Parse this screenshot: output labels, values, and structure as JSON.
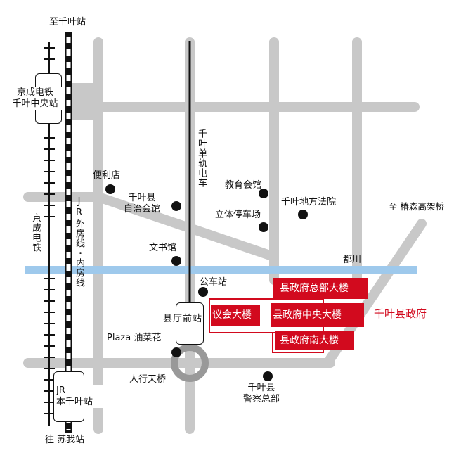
{
  "labels": {
    "to_chiba": "至千叶站",
    "to_soga": "往 苏我站",
    "keisei_chiba_chuo": "京成电铁\n千叶中央站",
    "keisei_line": "京成电铁",
    "jr_line": "JR外房线・内房线",
    "jr_hon_chiba": "JR\n本千叶站",
    "monorail": "千叶单轨电车",
    "kencho_mae": "县厅前站",
    "convenience_store": "便利店",
    "jichi_kaikan": "千叶县\n自治会馆",
    "kyoiku_kaikan": "教育会馆",
    "parking": "立体停车场",
    "district_court": "千叶地方法院",
    "bunshokan": "文书馆",
    "tsugawa": "都川",
    "bus_stop": "公车站",
    "plaza": "Plaza 油菜花",
    "pedestrian_bridge": "人行天桥",
    "police_hq": "千叶县\n警察总部",
    "to_tsubakimori": "至 椿森高架桥",
    "chiba_prefectural_government": "千叶县政府"
  },
  "buildings": {
    "main_building": "县政府总部大楼",
    "assembly": "议会大楼",
    "central_building": "县政府中央大楼",
    "south_building": "县政府南大楼"
  },
  "colors": {
    "road": "#c8c8c8",
    "river": "#9ec9ec",
    "building_red": "#d20a1e",
    "rail": "#111111"
  }
}
